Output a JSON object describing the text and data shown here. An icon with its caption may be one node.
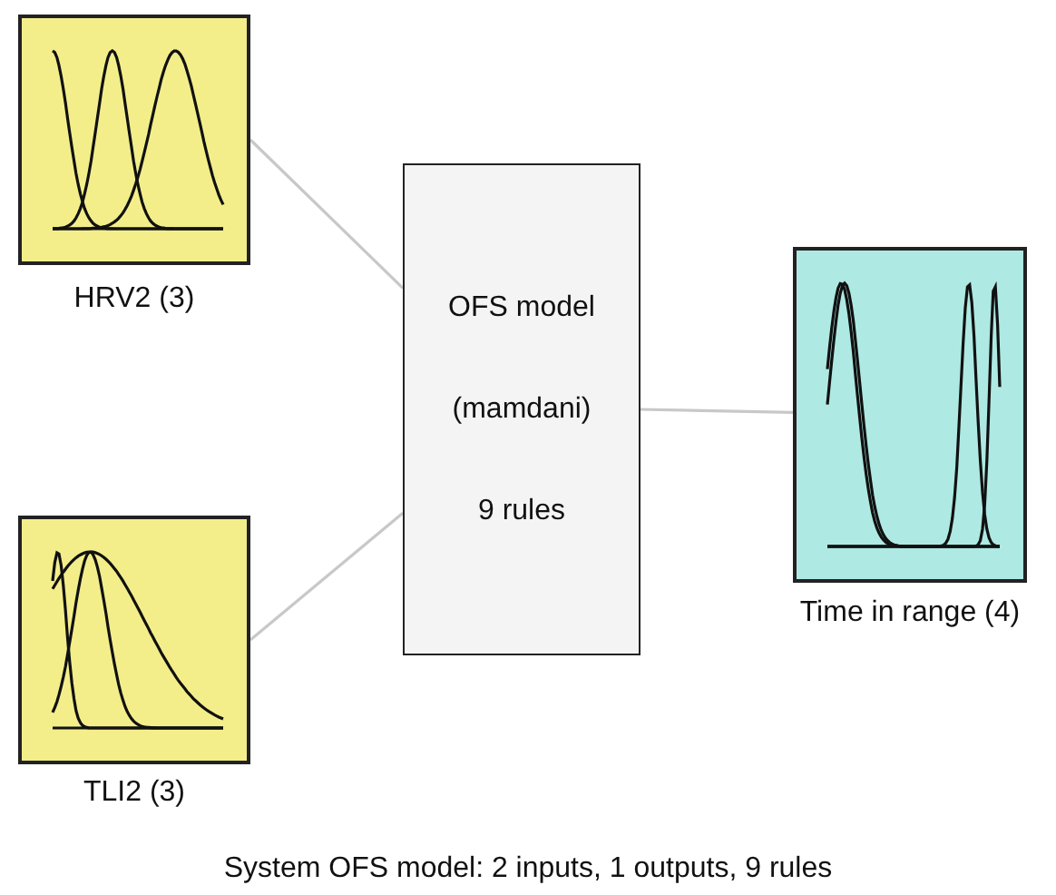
{
  "diagram": {
    "caption": "System OFS model: 2 inputs, 1 outputs, 9 rules",
    "nodes": [
      {
        "text": [
          "HRV2 (3)"
        ]
      },
      {
        "text": [
          "TLI2 (3)"
        ]
      },
      {
        "text": [
          "OFS model",
          "(mamdani)",
          "9 rules"
        ]
      },
      {
        "text": [
          "Time in range (4)"
        ]
      }
    ],
    "edges": [
      {
        "from": 0,
        "to": 2,
        "arrow": "none"
      },
      {
        "from": 1,
        "to": 2,
        "arrow": "none"
      },
      {
        "from": 2,
        "to": 3,
        "arrow": "none"
      }
    ]
  }
}
